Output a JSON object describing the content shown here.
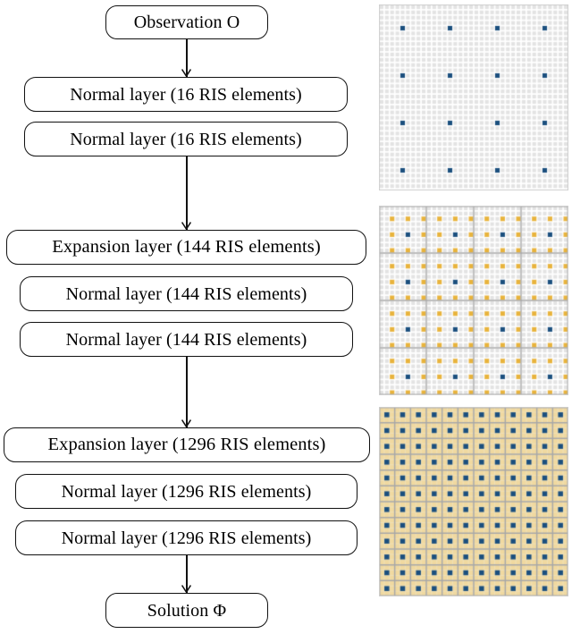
{
  "figure": {
    "title": "Progressive RIS element expansion network architecture",
    "background": "#ffffff"
  },
  "flow": {
    "nodes": [
      {
        "id": "observation",
        "label": "Observation O",
        "symbol": "O",
        "type": "terminal",
        "elements": null
      },
      {
        "id": "normal-16-a",
        "label": "Normal layer (16 RIS elements)",
        "symbol": "",
        "type": "normal",
        "elements": 16
      },
      {
        "id": "normal-16-b",
        "label": "Normal layer (16 RIS elements)",
        "symbol": "",
        "type": "normal",
        "elements": 16
      },
      {
        "id": "expansion-144",
        "label": "Expansion layer (144 RIS elements)",
        "symbol": "",
        "type": "expansion",
        "elements": 144
      },
      {
        "id": "normal-144-a",
        "label": "Normal layer (144 RIS elements)",
        "symbol": "",
        "type": "normal",
        "elements": 144
      },
      {
        "id": "normal-144-b",
        "label": "Normal layer (144 RIS elements)",
        "symbol": "",
        "type": "normal",
        "elements": 144
      },
      {
        "id": "expansion-1296",
        "label": "Expansion layer (1296 RIS elements)",
        "symbol": "",
        "type": "expansion",
        "elements": 1296
      },
      {
        "id": "normal-1296-a",
        "label": "Normal layer (1296 RIS elements)",
        "symbol": "",
        "type": "normal",
        "elements": 1296
      },
      {
        "id": "normal-1296-b",
        "label": "Normal layer (1296 RIS elements)",
        "symbol": "",
        "type": "normal",
        "elements": 1296
      },
      {
        "id": "solution",
        "label": "Solution Φ",
        "symbol": "Φ",
        "type": "terminal",
        "elements": null
      }
    ],
    "edges": [
      {
        "from": "observation",
        "to": "normal-16-a",
        "style": "arrow"
      },
      {
        "from": "normal-16-b",
        "to": "expansion-144",
        "style": "arrow"
      },
      {
        "from": "normal-144-b",
        "to": "expansion-1296",
        "style": "arrow"
      },
      {
        "from": "normal-1296-b",
        "to": "solution",
        "style": "arrow"
      }
    ]
  },
  "panels": [
    {
      "id": "ris-grid-16",
      "caption": "16 RIS elements",
      "active_count": 16,
      "active_layout": "4x4",
      "fine_grid": 36,
      "cell_colors": {
        "inactive": "#e3e3e3",
        "active": "#1b4f7e",
        "gap": "#ffffff"
      },
      "border": "#cfcfcf",
      "level": 1
    },
    {
      "id": "ris-grid-144",
      "caption": "144 RIS elements",
      "active_count": 144,
      "active_layout": "12x12",
      "blocks": "4x4",
      "fine_grid": 36,
      "cell_colors": {
        "inactive": "#e3e3e3",
        "active": "#1b4f7e",
        "expanded": "#e8b33c",
        "gap": "#ffffff",
        "separator": "#a8a8a8"
      },
      "border": "#cfcfcf",
      "level": 2
    },
    {
      "id": "ris-grid-1296",
      "caption": "1296 RIS elements",
      "active_count": 1296,
      "active_layout": "36x36",
      "blocks": "12x12",
      "fine_grid": 36,
      "cell_colors": {
        "inactive": "#f0dba8",
        "active": "#1b4f7e",
        "expanded": "#f0d9a0",
        "gap": "#efe0b8",
        "separator": "#a8a8a8"
      },
      "border": "#cfcfcf",
      "level": 3
    }
  ],
  "chart_data": {
    "type": "diagram",
    "title": "RIS element progressive expansion",
    "stages": [
      {
        "stage": 1,
        "elements": 16,
        "grid": "4x4",
        "layers": [
          "Normal layer",
          "Normal layer"
        ]
      },
      {
        "stage": 2,
        "elements": 144,
        "grid": "12x12",
        "layers": [
          "Expansion layer",
          "Normal layer",
          "Normal layer"
        ]
      },
      {
        "stage": 3,
        "elements": 1296,
        "grid": "36x36",
        "layers": [
          "Expansion layer",
          "Normal layer",
          "Normal layer"
        ]
      }
    ],
    "input": "Observation O",
    "output": "Solution Φ",
    "expansion_factor": 9
  }
}
